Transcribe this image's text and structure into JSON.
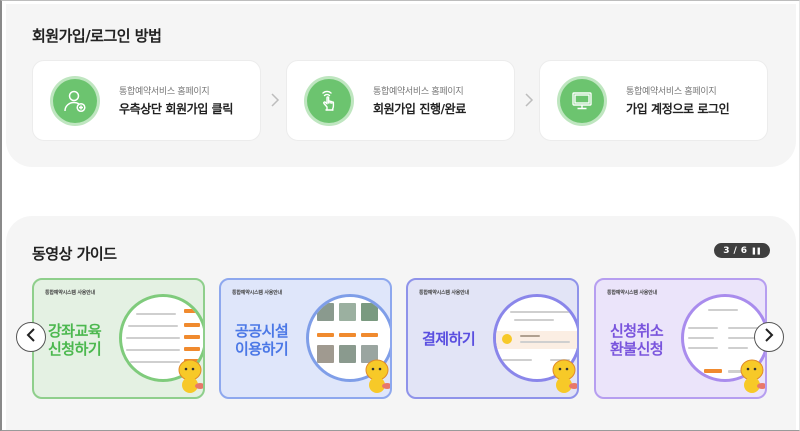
{
  "signup_section": {
    "title": "회원가입/로그인 방법",
    "steps": [
      {
        "icon": "user-add-icon",
        "sub": "통합예약서비스 홈페이지",
        "main": "우측상단 회원가입 클릭"
      },
      {
        "icon": "tap-hand-icon",
        "sub": "통합예약서비스 홈페이지",
        "main": "회원가입 진행/완료"
      },
      {
        "icon": "monitor-icon",
        "sub": "통합예약서비스 홈페이지",
        "main": "가입 계정으로 로그인"
      }
    ],
    "arrow_icon": "chevron-right-icon"
  },
  "video_section": {
    "title": "동영상 가이드",
    "pager": {
      "current": "3",
      "separator": "/",
      "total": "6",
      "pause_icon": "pause-icon"
    },
    "prev_icon": "chevron-left-icon",
    "next_icon": "chevron-right-icon",
    "cards": [
      {
        "header": "통합예약시스템 사용안내",
        "title_line1": "강좌교육",
        "title_line2": "신청하기",
        "theme": "green"
      },
      {
        "header": "통합예약시스템 사용안내",
        "title_line1": "공공시설",
        "title_line2": "이용하기",
        "theme": "blue"
      },
      {
        "header": "통합예약시스템 사용안내",
        "title_line1": "결제하기",
        "title_line2": "",
        "theme": "indigo"
      },
      {
        "header": "통합예약시스템 사용안내",
        "title_line1": "신청취소",
        "title_line2": "환불신청",
        "theme": "purple"
      }
    ]
  },
  "colors": {
    "green_accent": "#6cc46f",
    "card_green_bg": "#e4f1e3",
    "card_green_border": "#8fcf8c",
    "card_green_text": "#4cb84f",
    "card_blue_bg": "#dfe6fa",
    "card_blue_border": "#8ea8ee",
    "card_blue_text": "#4b78e6",
    "card_indigo_bg": "#e2e4f6",
    "card_indigo_border": "#8f93ea",
    "card_indigo_text": "#5a4fe0",
    "card_purple_bg": "#ebe4fa",
    "card_purple_border": "#b69ef0",
    "card_purple_text": "#7a55dd",
    "pager_bg": "#3f3f3f"
  }
}
